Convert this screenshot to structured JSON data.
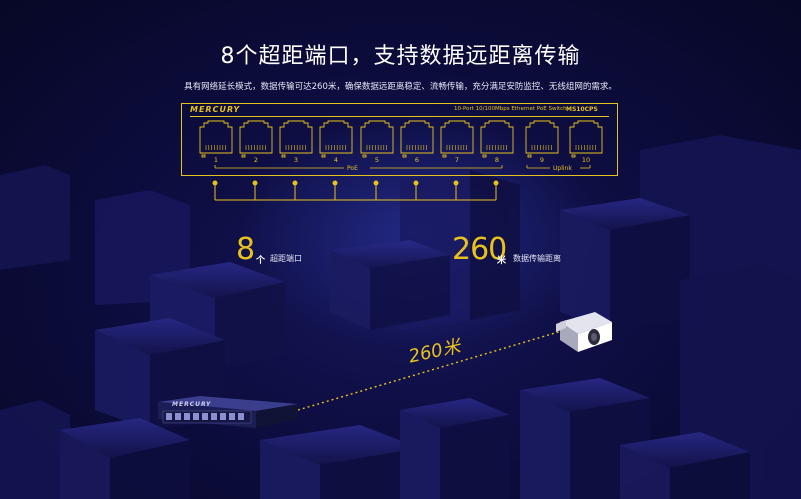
{
  "title": "8个超距端口，支持数据远距离传输",
  "subtitle": "具有网络延长模式，数据传输可达260米，确保数据远距离稳定、流畅传输，充分满足安防监控、无线组网的需求。",
  "switch": {
    "brand": "MERCURY",
    "description": "10-Port 10/100Mbps Ethernet PoE Switch",
    "model": "MS10CPS",
    "ports": [
      "1",
      "2",
      "3",
      "4",
      "5",
      "6",
      "7",
      "8",
      "9",
      "10"
    ],
    "poe_label": "PoE",
    "uplink_label": "Uplink"
  },
  "stats": {
    "ports_value": "8",
    "ports_unit": "个",
    "ports_label": "超距端口",
    "distance_value": "260",
    "distance_unit": "米",
    "distance_label": "数据传输距离"
  },
  "scene": {
    "distance_label": "260米",
    "mini_brand": "MERCURY"
  },
  "colors": {
    "accent": "#e8c21b",
    "background": "#0d0d40"
  }
}
